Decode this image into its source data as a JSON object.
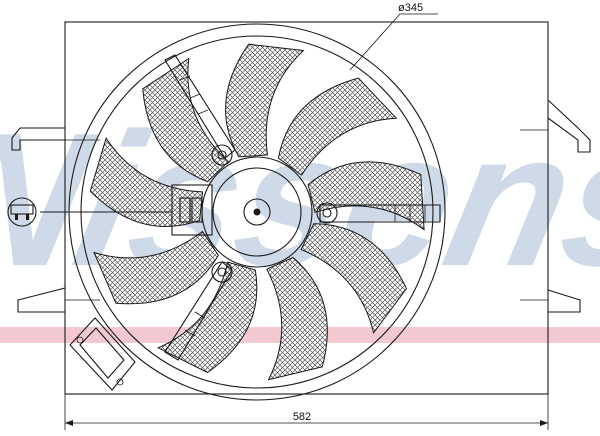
{
  "drawing": {
    "dimensions": {
      "fan_diameter": "ø345",
      "overall_width": "582"
    },
    "watermark": "Nissens"
  },
  "colors": {
    "line": "#1a1a1a",
    "watermark_blue": "#c9d6e6",
    "watermark_red": "#f1c4cb",
    "blade_fill": "#7a7a7a"
  }
}
